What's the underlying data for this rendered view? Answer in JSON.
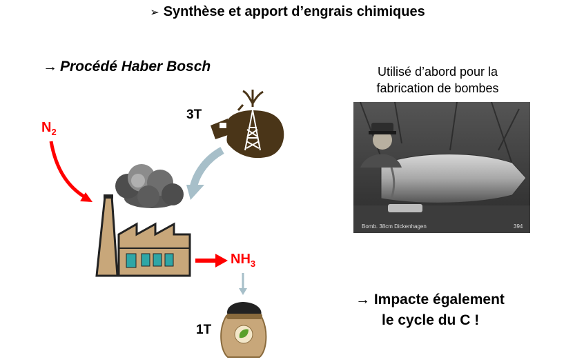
{
  "title": {
    "bullet": "➢",
    "text": "Synthèse et apport d’engrais chimiques"
  },
  "procede": {
    "arrow": "→",
    "text": "Procédé Haber Bosch"
  },
  "caption": {
    "line1": "Utilisé d’abord pour la",
    "line2": "fabrication de bombes"
  },
  "impact": {
    "line1": "→ Impacte également",
    "line2": "le cycle du C !"
  },
  "labels": {
    "input_amount": "3T",
    "output_amount": "1T",
    "n2": {
      "base": "N",
      "sub": "2"
    },
    "nh3": {
      "base": "NH",
      "sub": "3"
    }
  },
  "photo_caption": "Bomb. 38cm Dickenhagen",
  "photo_number": "394",
  "colors": {
    "red": "#ff0000",
    "blue_arrow": "#a7bfc9",
    "brown": "#4a3518",
    "factory": "#c8a77a"
  }
}
